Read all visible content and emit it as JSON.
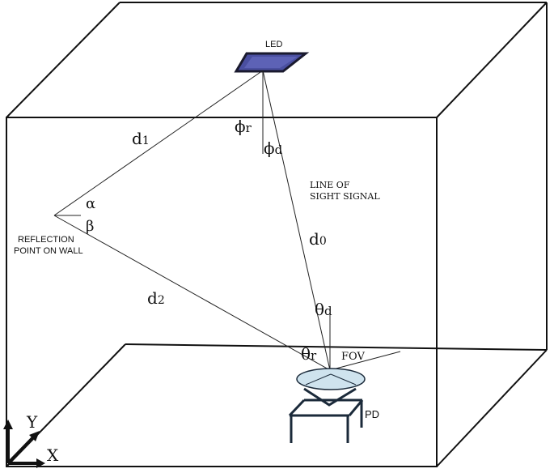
{
  "labels": {
    "led": "LED",
    "d1_main": "d",
    "d1_sub": "1",
    "d2_main": "d",
    "d2_sub": "2",
    "d0_main": "d",
    "d0_sub": "0",
    "phi_r_main": "ϕ",
    "phi_r_sub": "r",
    "phi_d_main": "ϕ",
    "phi_d_sub": "d",
    "theta_d_main": "θ",
    "theta_d_sub": "d",
    "theta_r_main": "θ",
    "theta_r_sub": "r",
    "alpha": "α",
    "beta": "β",
    "los_line1": "LINE OF",
    "los_line2": "SIGHT SIGNAL",
    "reflection_line1": "REFLECTION",
    "reflection_line2": "POINT ON WALL",
    "fov": "FOV",
    "pd": "PD",
    "axis_y": "Y",
    "axis_x": "X"
  },
  "colors": {
    "led_fill": "#4a4fa0",
    "lens_fill": "#cfe3ee",
    "stand": "#1b2a3a"
  }
}
